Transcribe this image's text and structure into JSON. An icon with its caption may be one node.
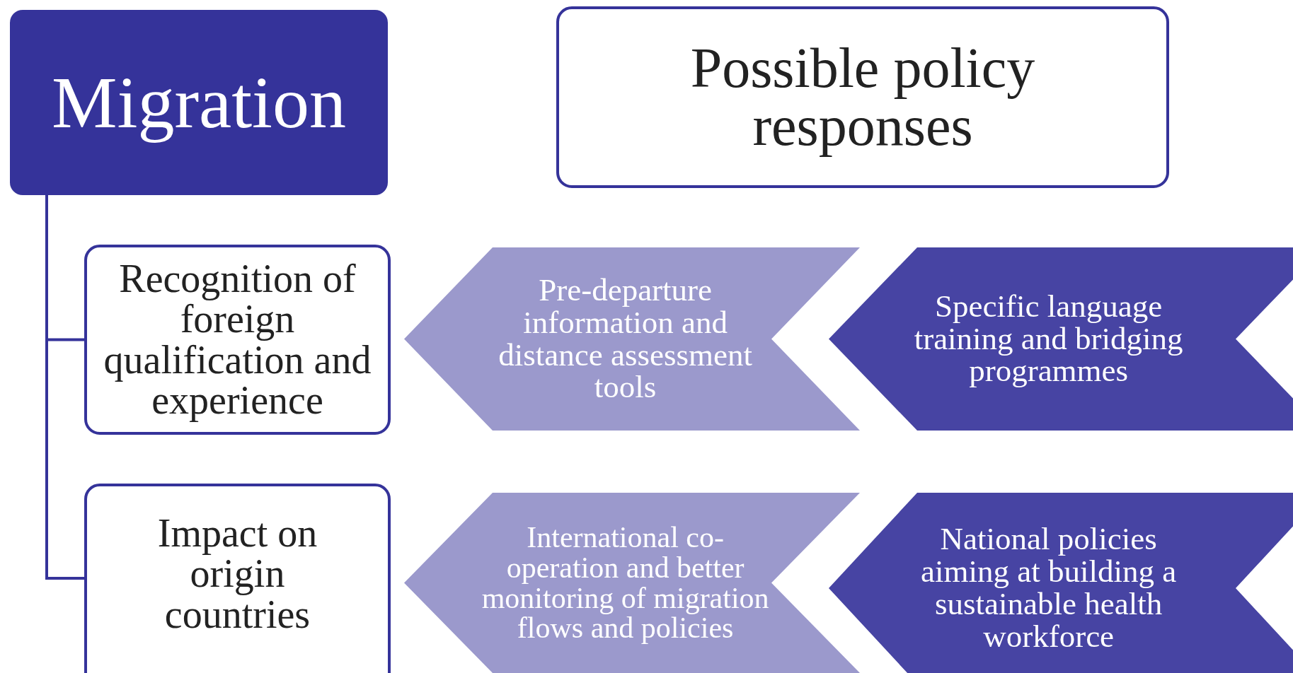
{
  "diagram": {
    "nodes": [
      {
        "text": [
          "Migration"
        ]
      },
      {
        "text": [
          "Possible policy responses"
        ]
      },
      {
        "text": [
          "Recognition of foreign qualification and experience"
        ]
      },
      {
        "text": [
          "Pre-departure information and distance assessment tools"
        ]
      },
      {
        "text": [
          "Specific language training and bridging programmes"
        ]
      },
      {
        "text": [
          "Impact on origin countries"
        ]
      },
      {
        "text": [
          "International co-operation and better monitoring of migration flows and policies"
        ]
      },
      {
        "text": [
          "National policies aiming at building a sustainable health workforce"
        ]
      }
    ],
    "edges": [
      {
        "from": 0,
        "to": 2,
        "arrow": "none"
      },
      {
        "from": 0,
        "to": 5,
        "arrow": "none"
      }
    ]
  }
}
